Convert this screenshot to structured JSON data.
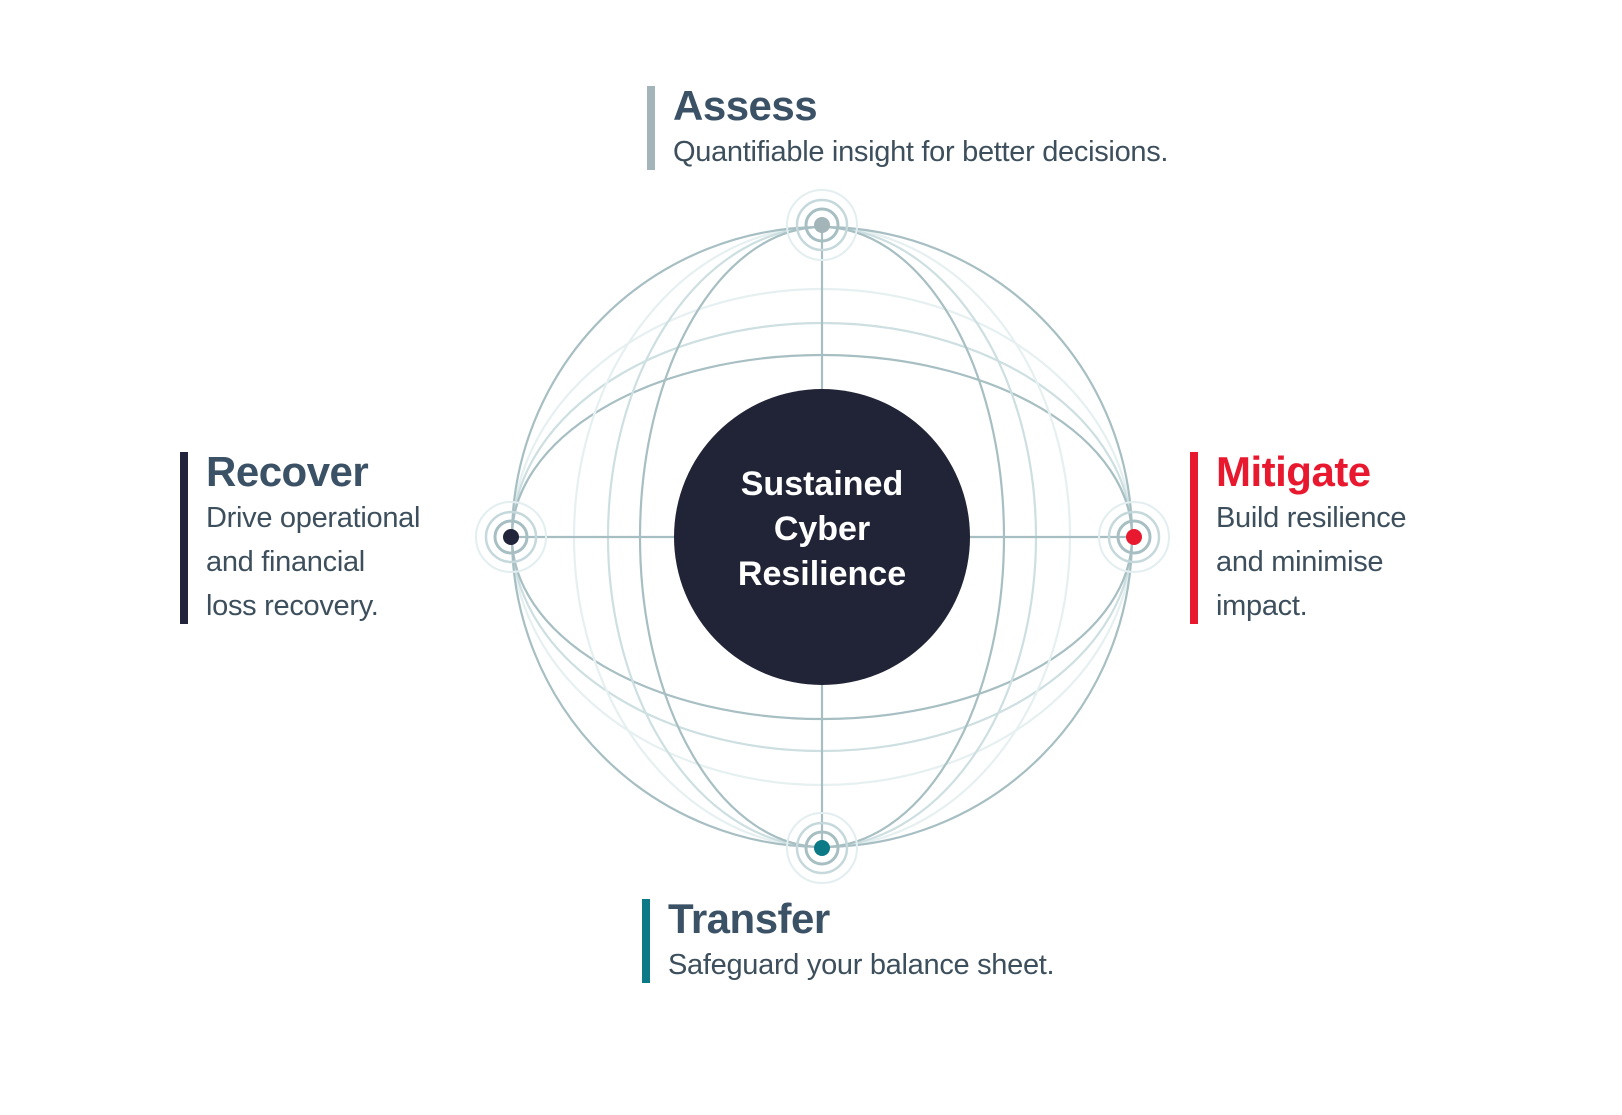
{
  "center": {
    "lines": [
      "Sustained",
      "Cyber",
      "Resilience"
    ]
  },
  "pillars": {
    "assess": {
      "title": "Assess",
      "description": "Quantifiable insight for better decisions.",
      "color": "#a3b5b8"
    },
    "recover": {
      "title": "Recover",
      "description_lines": [
        "Drive operational",
        "and financial",
        "loss recovery."
      ],
      "color": "#21243a"
    },
    "mitigate": {
      "title": "Mitigate",
      "description_lines": [
        "Build resilience",
        "and minimise",
        "impact."
      ],
      "color": "#e8192f"
    },
    "transfer": {
      "title": "Transfer",
      "description": "Safeguard your balance sheet.",
      "color": "#0b7a86"
    }
  },
  "colors": {
    "core": "#212436",
    "grid": "#a7bfc3",
    "grid_light": "#d6e5e7"
  }
}
